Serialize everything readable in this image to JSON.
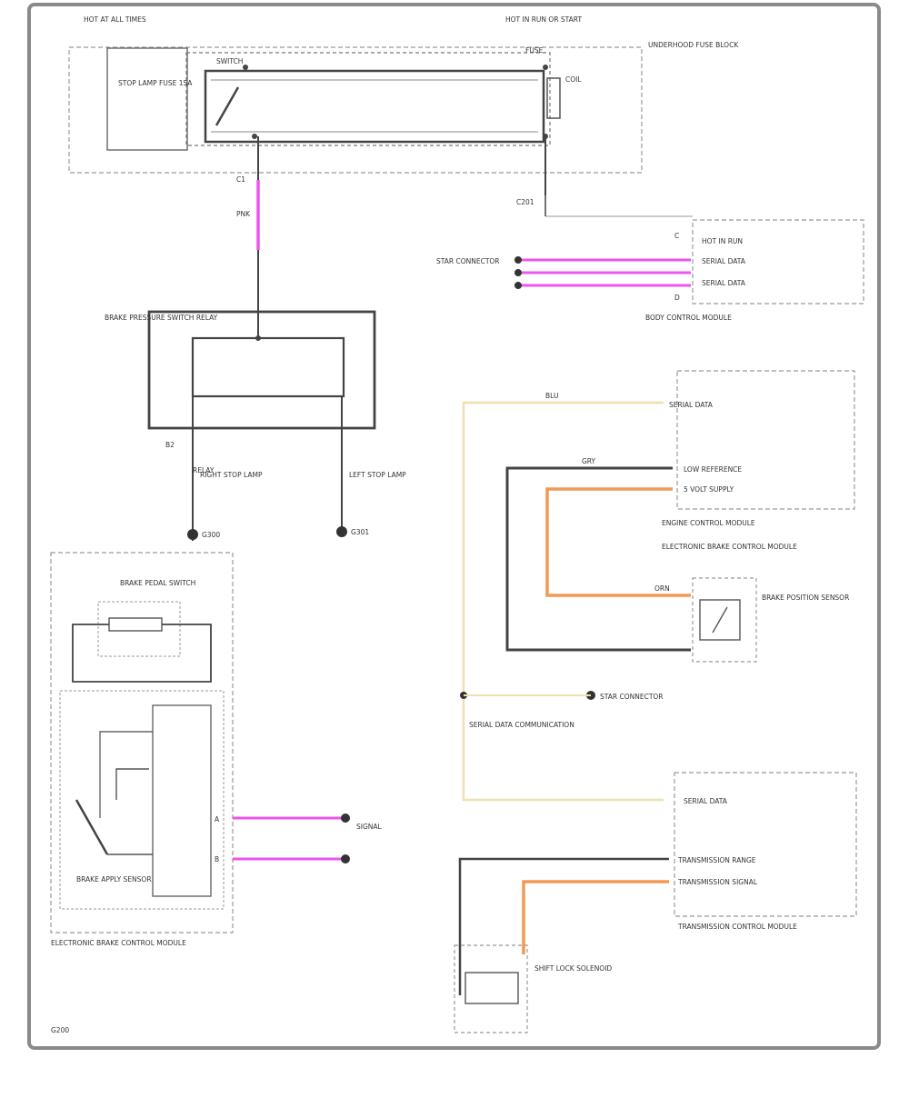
{
  "colors": {
    "border": "#8a8a8a",
    "wire": "#444444",
    "magenta": "#ee55ee",
    "orange": "#f29a55",
    "tan": "#f0dfb0",
    "text": "#333333"
  },
  "labels": {
    "fuse_hot": "HOT AT ALL TIMES",
    "hot_run": "HOT IN RUN OR START",
    "fuse_block_name": "UNDERHOOD FUSE BLOCK",
    "fuse_f": "FUSE",
    "relay_coil": "COIL",
    "relay_switch": "SWITCH",
    "stop_fuse": "STOP LAMP FUSE 15A",
    "relay_box": "RELAY",
    "wire_c1": "C1",
    "wire_color_1": "PNK",
    "stop_relay_name": "BRAKE PRESSURE SWITCH RELAY",
    "stop_relay_pin": "B2",
    "right_stop_lamp": "RIGHT STOP LAMP",
    "left_stop_lamp": "LEFT STOP LAMP",
    "ground_1": "G300",
    "ground_2": "G301",
    "brake_pedal_switch": "BRAKE PEDAL SWITCH",
    "brake_apply_sensor": "BRAKE APPLY SENSOR",
    "ecm_name": "ENGINE CONTROL MODULE",
    "serial_data": "SERIAL DATA",
    "signal": "SIGNAL",
    "low_ref": "LOW REFERENCE",
    "supply_5v": "5 VOLT SUPPLY",
    "ebcm_name": "ELECTRONIC BRAKE CONTROL MODULE",
    "brake_pos_sensor": "BRAKE POSITION SENSOR",
    "splice_note": "SERIAL DATA COMMUNICATION",
    "star_connector": "STAR CONNECTOR",
    "tcm_name": "TRANSMISSION CONTROL MODULE",
    "shift_lock": "SHIFT LOCK SOLENOID",
    "trans_range": "TRANSMISSION RANGE",
    "trans_signal": "TRANSMISSION SIGNAL",
    "body_module": "BODY CONTROL MODULE",
    "ground_3": "G200",
    "hot_in_run": "HOT IN RUN",
    "inline_c": "C201",
    "wire_color_2": "BLU",
    "wire_color_3": "GRY",
    "wire_color_4": "ORN",
    "pin_a": "A",
    "pin_b": "B",
    "pin_c": "C",
    "pin_d": "D"
  }
}
